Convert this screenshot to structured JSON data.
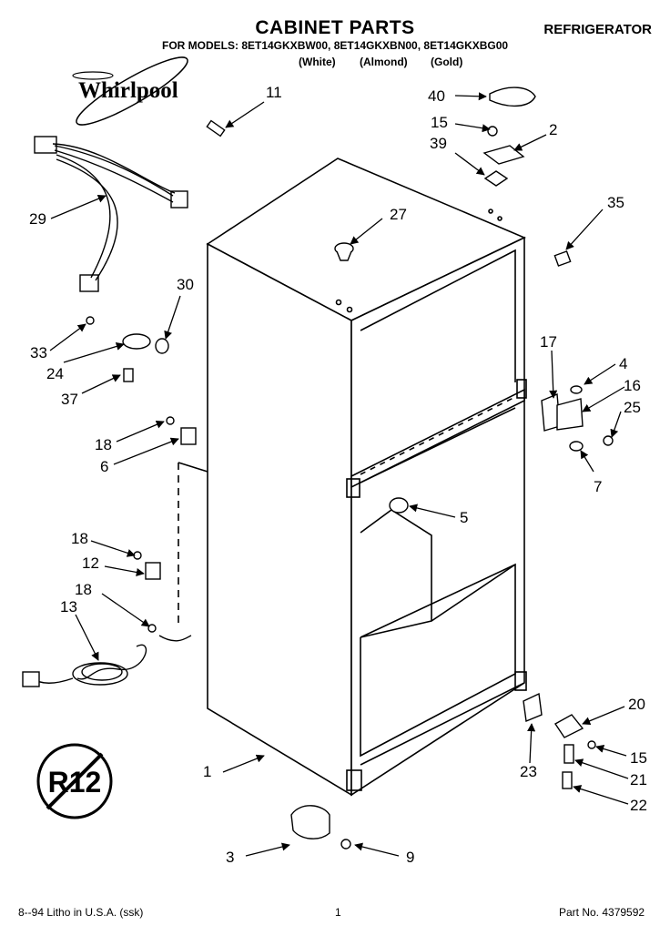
{
  "header": {
    "title": "CABINET PARTS",
    "category": "REFRIGERATOR",
    "models_line": "FOR MODELS: 8ET14GKXBW00, 8ET14GKXBN00, 8ET14GKXBG00",
    "finishes": [
      "(White)",
      "(Almond)",
      "(Gold)"
    ]
  },
  "logo": {
    "brand": "Whirlpool"
  },
  "badge": {
    "text": "R12"
  },
  "callouts": [
    "1",
    "2",
    "3",
    "4",
    "5",
    "6",
    "7",
    "9",
    "11",
    "12",
    "13",
    "15",
    "15",
    "16",
    "17",
    "18",
    "18",
    "18",
    "20",
    "21",
    "22",
    "23",
    "24",
    "25",
    "27",
    "29",
    "30",
    "33",
    "35",
    "37",
    "39",
    "40"
  ],
  "footer": {
    "print_info": "8--94 Litho in U.S.A. (ssk)",
    "page_number": "1",
    "part_number": "Part No. 4379592"
  }
}
